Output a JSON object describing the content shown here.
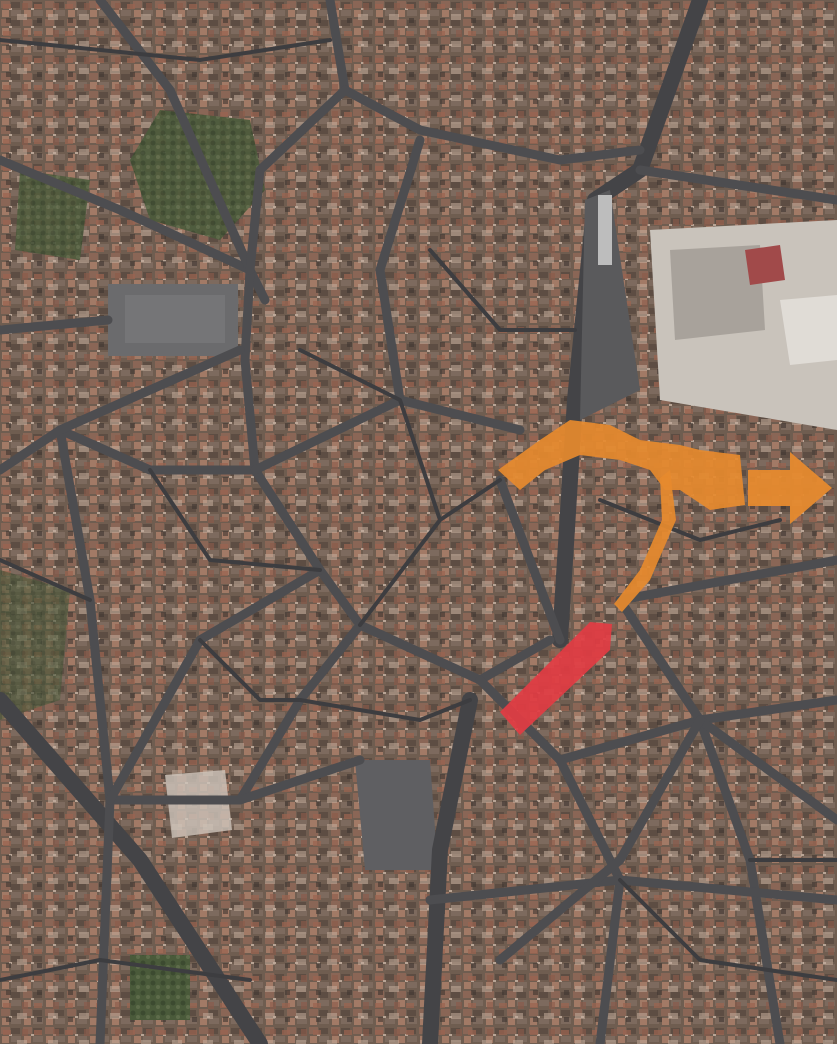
{
  "map": {
    "colors": {
      "urban_base": "#6f5d50",
      "urban_dark": "#4a3f37",
      "roof_terracotta": "#9a6a55",
      "roof_light": "#b79a88",
      "road": "#4c4c4f",
      "road_dark": "#3a3a3d",
      "plaza": "#6b6b6d",
      "park": "#4c5a3c",
      "complex_light": "#c9c3bb",
      "route_highlight": "#e68a2e",
      "building_highlight": "#e23c43"
    },
    "layers": [
      "satellite-imagery",
      "road-network",
      "highlighted-route",
      "highlighted-building",
      "direction-arrow"
    ],
    "arrow_icon": "arrow-right-icon"
  }
}
